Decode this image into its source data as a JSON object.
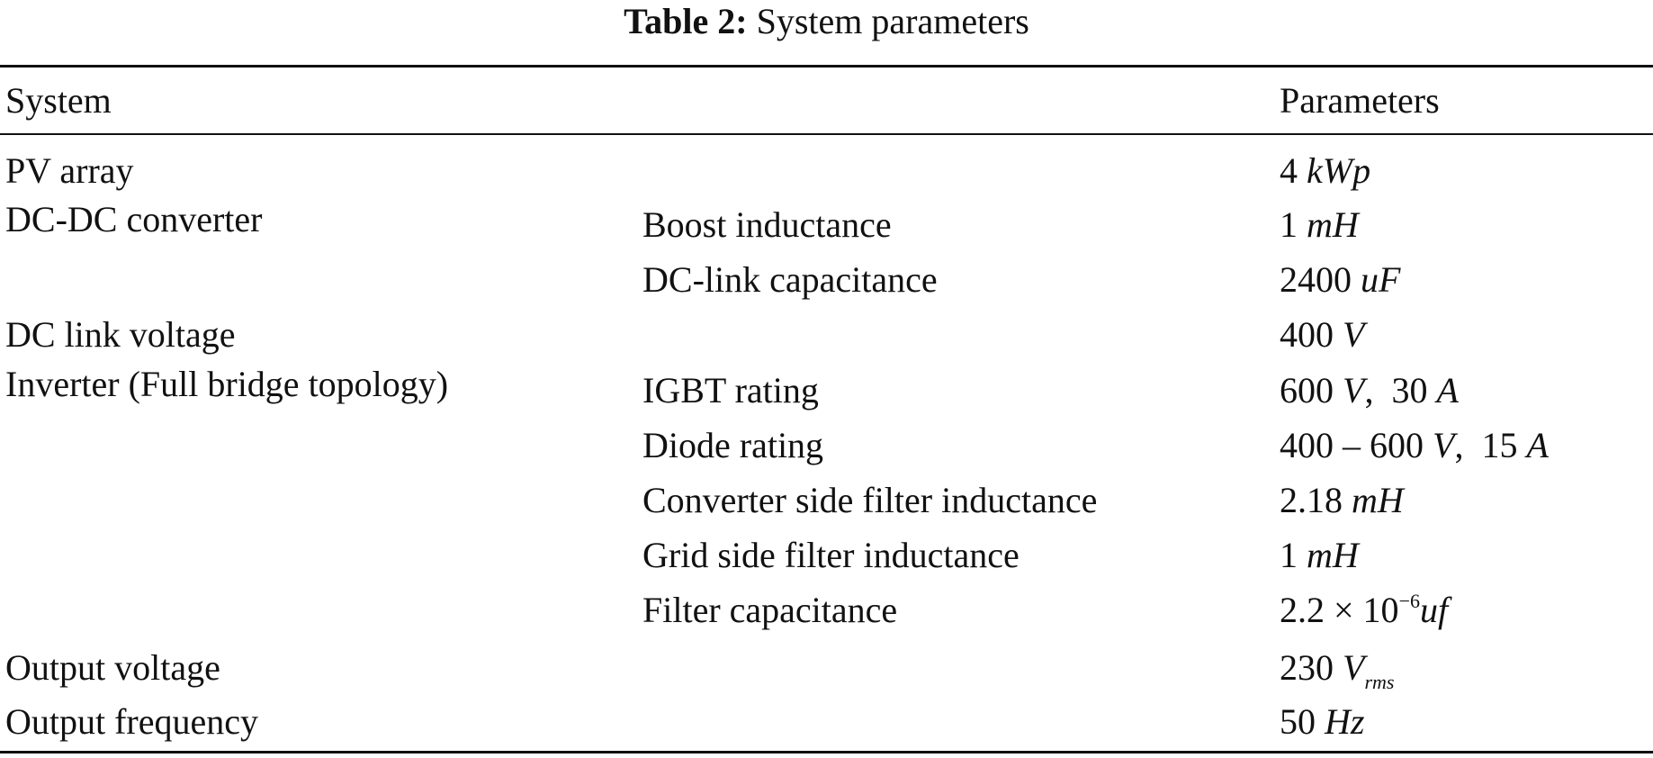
{
  "caption": {
    "label": "Table 2:",
    "title": "System parameters"
  },
  "header": {
    "col1": "System",
    "col3": "Parameters"
  },
  "rows": [
    {
      "system": "PV array",
      "component": "",
      "num": "4",
      "unit": "kWp"
    },
    {
      "system": "DC-DC converter",
      "component": "",
      "num": "",
      "unit": ""
    },
    {
      "system": "",
      "component": "Boost inductance",
      "num": "1",
      "unit": "mH"
    },
    {
      "system": "",
      "component": "DC-link capacitance",
      "num": "2400",
      "unit": "uF"
    },
    {
      "system": "DC link voltage",
      "component": "",
      "num": "400",
      "unit": "V"
    },
    {
      "system": "Inverter (Full bridge topology)",
      "component": "",
      "num": "",
      "unit": ""
    },
    {
      "system": "",
      "component": "IGBT rating",
      "num": "600",
      "unit": "V",
      "sep": ",",
      "num2": "30",
      "unit2": "A"
    },
    {
      "system": "",
      "component": "Diode rating",
      "num": "400 – 600",
      "unit": "V",
      "sep": ",",
      "num2": "15",
      "unit2": "A"
    },
    {
      "system": "",
      "component": "Converter side filter inductance",
      "num": "2.18",
      "unit": "mH"
    },
    {
      "system": "",
      "component": "Grid side filter inductance",
      "num": "1",
      "unit": "mH"
    },
    {
      "system": "",
      "component": "Filter capacitance",
      "num": "2.2 × 10",
      "sup": "−6",
      "unit": "uf"
    },
    {
      "system": "Output voltage",
      "component": "",
      "num": "230",
      "unit": "V",
      "sub": "rms"
    },
    {
      "system": "Output frequency",
      "component": "",
      "num": "50",
      "unit": "Hz"
    }
  ]
}
